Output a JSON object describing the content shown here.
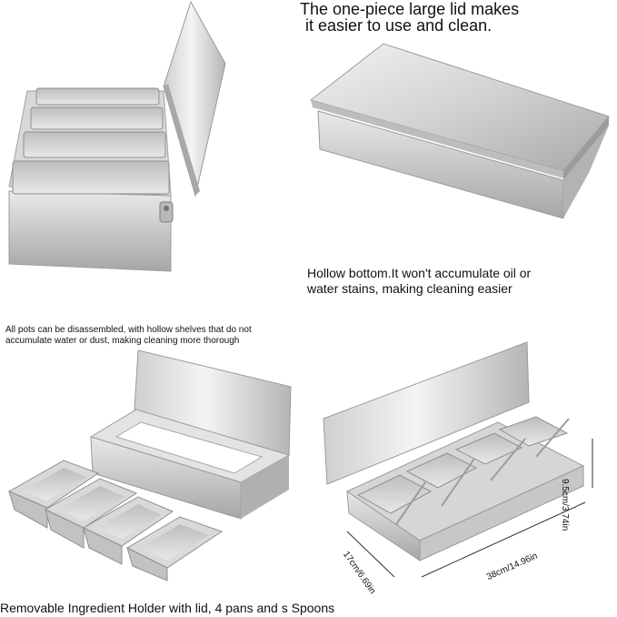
{
  "top_right": {
    "line1": "The one-piece large lid makes",
    "line2": "it easier to use and clean."
  },
  "mid_right": {
    "line1": "Hollow bottom.It won't accumulate oil or",
    "line2": "water stains, making cleaning easier"
  },
  "mid_left": {
    "line1": "All pots can be disassembled, with hollow shelves that do not",
    "line2": "accumulate water or dust, making cleaning more thorough"
  },
  "dimensions": {
    "height": "9.5cm/3.74in",
    "depth": "17cm/6.69in",
    "length": "38cm/14.96in"
  },
  "caption": "Removable Ingredient Holder with lid, 4 pans and  s Spoons",
  "colors": {
    "steel_light": "#e6e6e6",
    "steel_mid": "#c4c4c4",
    "steel_dark": "#8f8f8f",
    "text": "#111111"
  }
}
